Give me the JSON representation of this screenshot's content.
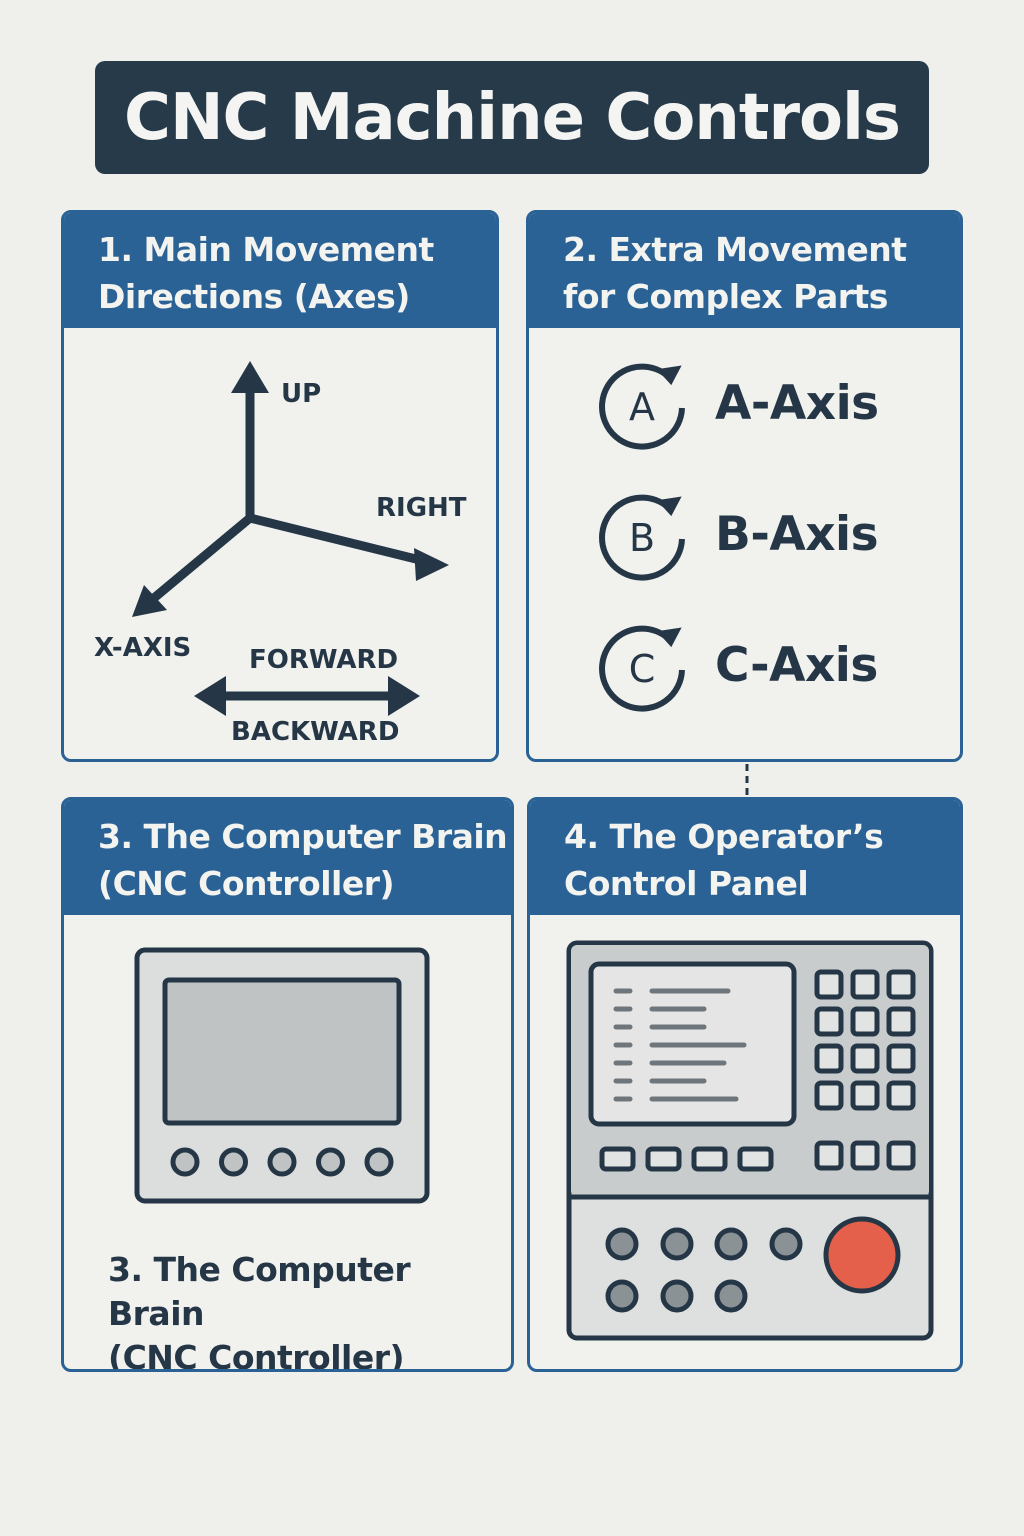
{
  "title": "CNC Machine Controls",
  "colors": {
    "background": "#efefec",
    "title_bg": "#263a49",
    "card_header": "#2b6295",
    "ink": "#253746",
    "device_gray": "#d9dadb",
    "screen_gray": "#c0c3c4",
    "button_gray": "#8b9296",
    "stop_red": "#e5604a"
  },
  "cards": [
    {
      "heading_lines": [
        "1. Main Movement",
        "Directions (Axes)"
      ],
      "labels": {
        "up": "UP",
        "right": "RIGHT",
        "x_axis": "X-AXIS",
        "forward": "FORWARD",
        "backward": "BACKWARD"
      },
      "icons": [
        "arrow-up-icon",
        "arrow-right-icon",
        "arrow-down-left-icon",
        "double-arrow-horizontal-icon"
      ]
    },
    {
      "heading_lines": [
        "2. Extra Movement",
        "for Complex Parts"
      ],
      "rotary_axes": [
        {
          "letter": "A",
          "label": "A-Axis",
          "icon": "rotate-clockwise-icon"
        },
        {
          "letter": "B",
          "label": "B-Axis",
          "icon": "rotate-clockwise-icon"
        },
        {
          "letter": "C",
          "label": "C-Axis",
          "icon": "rotate-clockwise-icon"
        }
      ]
    },
    {
      "heading_lines": [
        "3. The Computer Brain",
        "(CNC Controller)"
      ],
      "caption_lines": [
        "3. The Computer Brain",
        "(CNC Controller)"
      ],
      "device": {
        "icon": "controller-device-icon",
        "button_count": 5
      }
    },
    {
      "heading_lines": [
        "4. The Operator’s",
        "Control Panel"
      ],
      "device": {
        "icon": "control-panel-icon",
        "screen_lines": 7,
        "keypad_rows": 4,
        "keypad_cols": 3,
        "soft_keys": 4,
        "side_keys": 3,
        "round_buttons": 7,
        "emergency_stop": "emergency-stop-icon"
      }
    }
  ]
}
